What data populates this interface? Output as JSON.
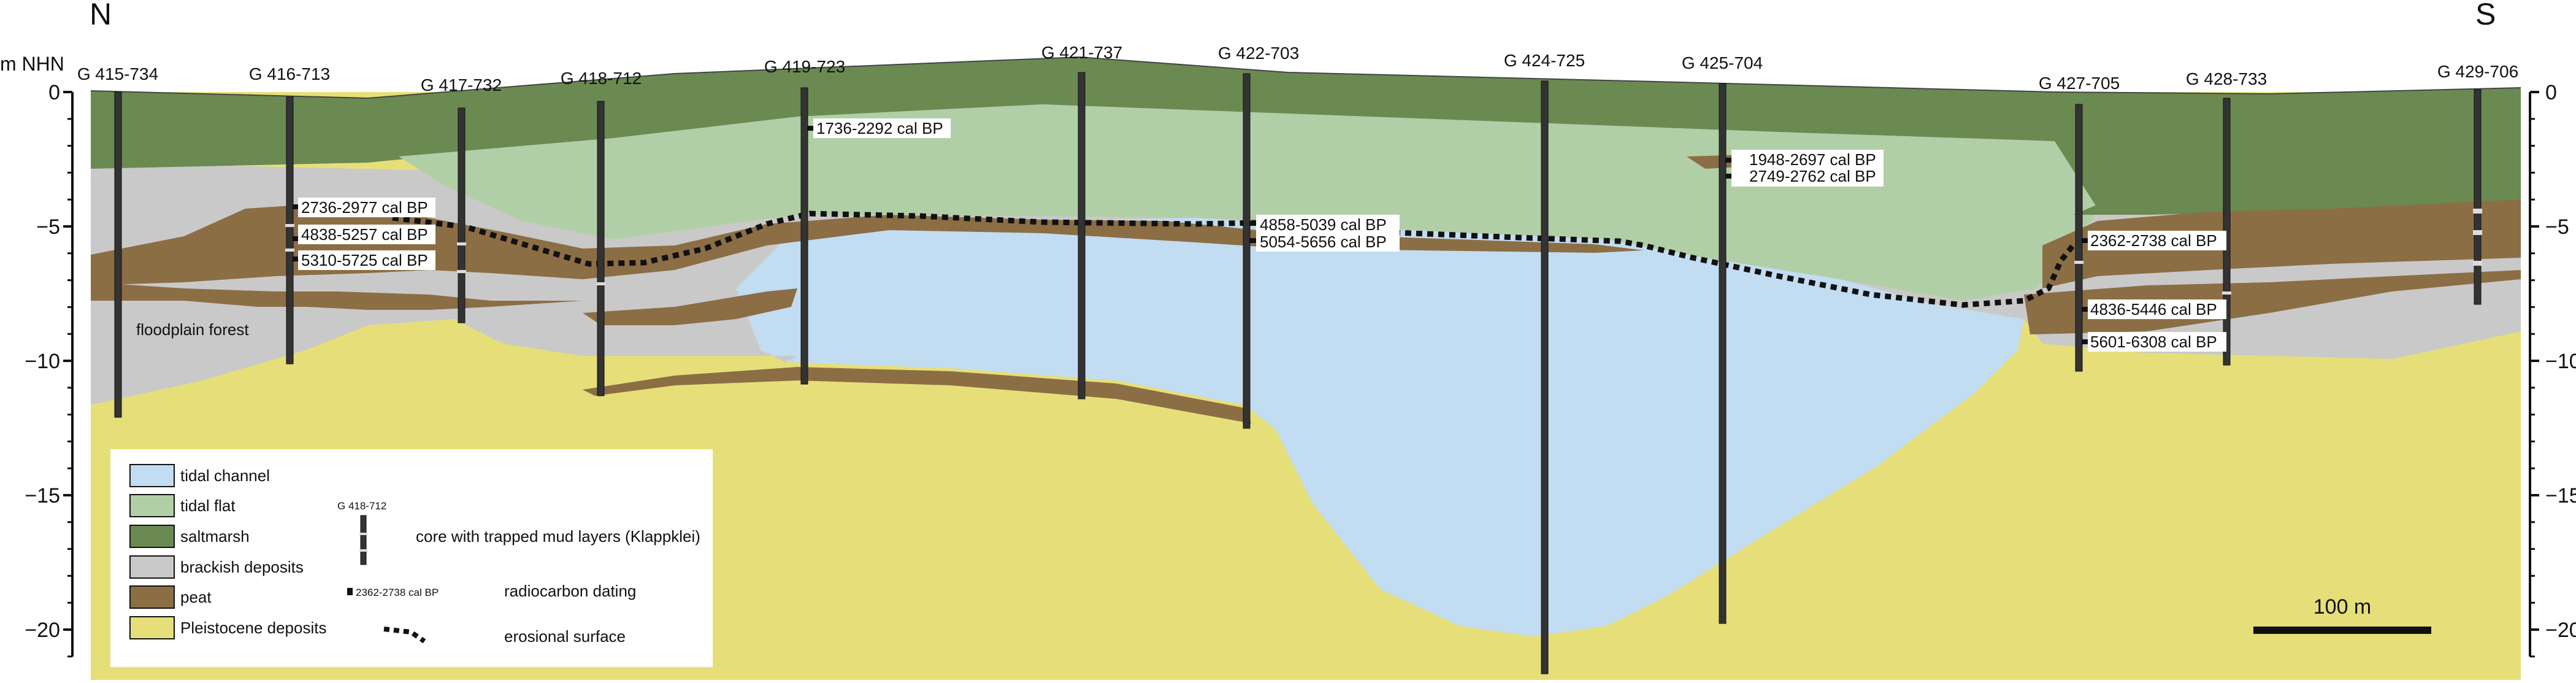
{
  "direction": {
    "north": "N",
    "south": "S"
  },
  "axis": {
    "unit": "m NHN",
    "ticks_left": [
      "0",
      "−5",
      "−10",
      "−15",
      "−20"
    ],
    "ticks_right": [
      "0",
      "−5",
      "−10",
      "−15",
      "−20"
    ]
  },
  "cores": [
    {
      "id": "G 415-734"
    },
    {
      "id": "G 416-713"
    },
    {
      "id": "G 417-732"
    },
    {
      "id": "G 418-712"
    },
    {
      "id": "G 419-723"
    },
    {
      "id": "G 421-737"
    },
    {
      "id": "G 422-703"
    },
    {
      "id": "G 424-725"
    },
    {
      "id": "G 425-704"
    },
    {
      "id": "G 427-705"
    },
    {
      "id": "G 428-733"
    },
    {
      "id": "G 429-706"
    }
  ],
  "dates": [
    "2736-2977 cal BP",
    "4838-5257 cal BP",
    "5310-5725 cal BP",
    "1736-2292 cal BP",
    "4858-5039 cal BP",
    "5054-5656 cal BP",
    "1948-2697 cal BP",
    "2749-2762 cal BP",
    "2362-2738 cal BP",
    "4836-5446 cal BP",
    "5601-6308 cal BP"
  ],
  "annotations": {
    "floodplain": "floodplain forest"
  },
  "legend": {
    "items": [
      {
        "label": "tidal channel",
        "color": "#c2dcf2"
      },
      {
        "label": "tidal flat",
        "color": "#b1cfa6"
      },
      {
        "label": "saltmarsh",
        "color": "#6a8a52"
      },
      {
        "label": "brackish deposits",
        "color": "#c9c9c9"
      },
      {
        "label": "peat",
        "color": "#8c6e45"
      },
      {
        "label": "Pleistocene deposits",
        "color": "#e6df79"
      }
    ],
    "core_example_id": "G 418-712",
    "core_text": "core with trapped mud layers (Klappklei)",
    "date_example": "2362-2738 cal BP",
    "date_text": "radiocarbon dating",
    "erosion_text": "erosional surface"
  },
  "scale_bar": {
    "label": "100 m"
  }
}
